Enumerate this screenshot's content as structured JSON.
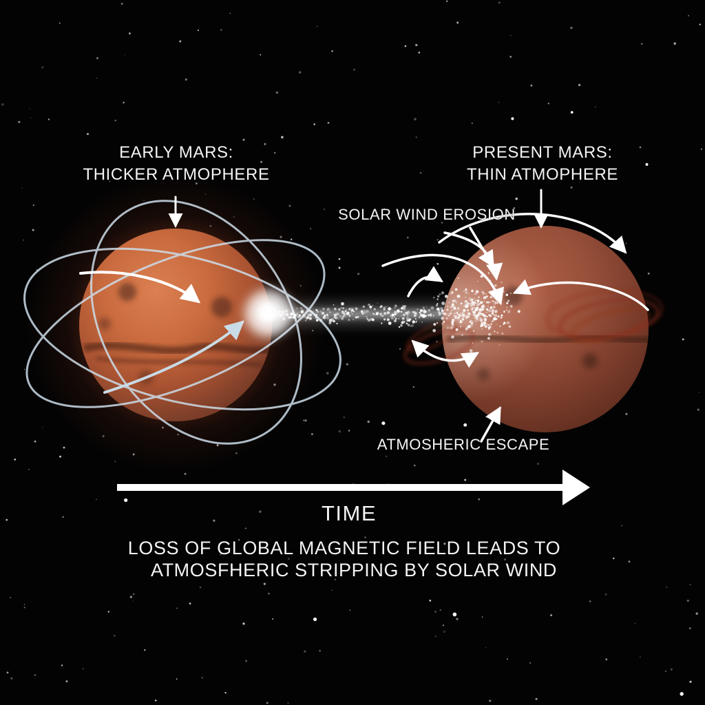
{
  "diagram": {
    "left_label": {
      "line1": "EARLY MARS:",
      "line2": "THICKER ATMOPHERE"
    },
    "right_label": {
      "line1": "PRESENT MARS:",
      "line2": "THIN ATMOPHERE"
    },
    "solar_wind_label": "SOLAR WIND EROSION",
    "escape_label": "ATMOSHERIC ESCAPE",
    "time_label": "TIME",
    "caption": {
      "line1": "LOSS OF GLOBAL MAGNETIC FIELD LEADS TO",
      "line2": "ATMOSFHERIC STRIPPING BY SOLAR WIND"
    }
  },
  "colors": {
    "background": "#030303",
    "text": "#f4f4f4",
    "arrow": "#ffffff",
    "field_line": "#ccdce8",
    "glow": "#e8784a",
    "planet_early_bright": "#db8052",
    "planet_early_dark": "#6b3422",
    "planet_present_bright": "#b06048",
    "planet_present_dark": "#5a2a1d",
    "wisp": "#8f2f1c",
    "star": "#ffffff",
    "stream": "#ffffff"
  }
}
